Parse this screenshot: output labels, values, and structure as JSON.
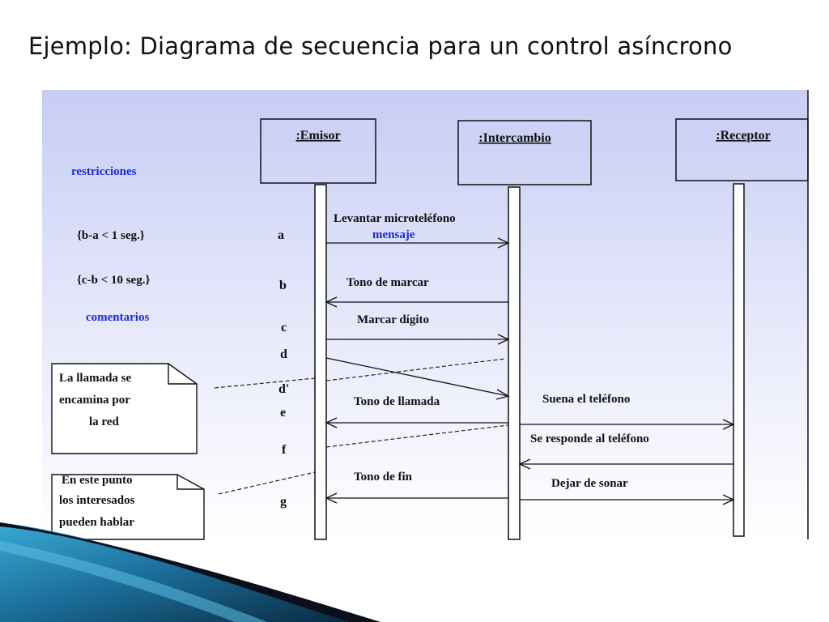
{
  "slide": {
    "title": "Ejemplo: Diagrama de secuencia para un control asíncrono"
  },
  "colors": {
    "panel_top": "#c7cdf4",
    "panel_bottom": "#ffffff",
    "blue_text": "#1a2bd6",
    "ribbon_dark": "#0a0f1a",
    "ribbon_light": "#3aa9d6"
  },
  "objects": {
    "emisor": ":Emisor",
    "intercambio": ":Intercambio",
    "receptor": ":Receptor"
  },
  "labels": {
    "restricciones": "restricciones",
    "comentarios": "comentarios",
    "constraint_1": "{b-a < 1 seg.}",
    "constraint_2": "{c-b < 10 seg.}",
    "mensaje": "mensaje"
  },
  "time_marks": {
    "a": "a",
    "b": "b",
    "c": "c",
    "d": "d",
    "d2": "d'",
    "e": "e",
    "f": "f",
    "g": "g"
  },
  "messages": {
    "m1": "Levantar microteléfono",
    "m2": "Tono de marcar",
    "m3": "Marcar dígito",
    "m4": "Tono de llamada",
    "m5": "Suena el teléfono",
    "m6": "Se responde al teléfono",
    "m7": "Tono de fin",
    "m8": "Dejar de sonar"
  },
  "notes": {
    "note1": {
      "line1": "La llamada se",
      "line2": "encamina por",
      "line3": "la red"
    },
    "note2": {
      "line1": "En este punto",
      "line2": "los interesados",
      "line3": "pueden hablar"
    }
  }
}
